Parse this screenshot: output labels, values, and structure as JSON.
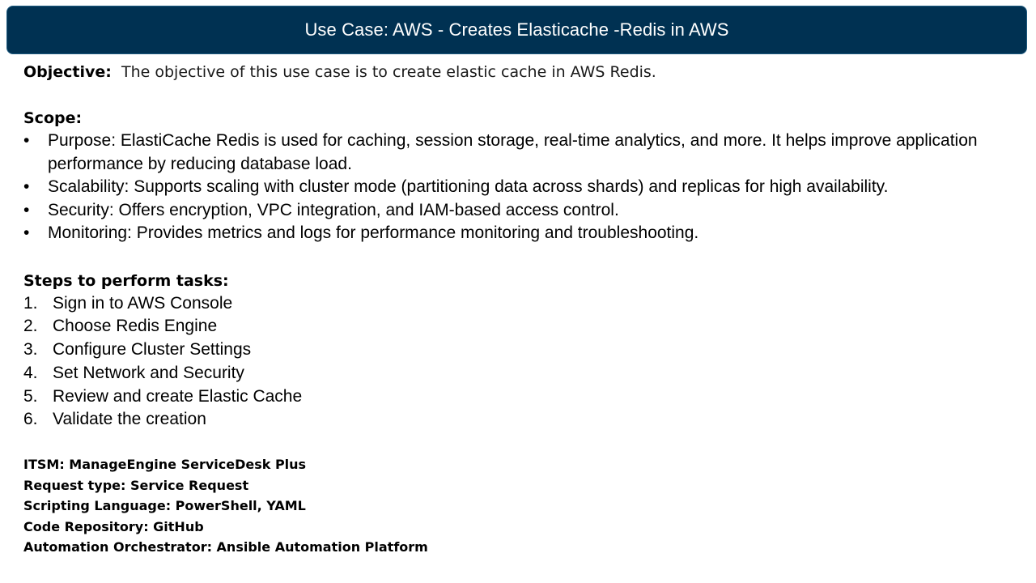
{
  "title": "Use Case:  AWS - Creates Elasticache -Redis in AWS",
  "objective": {
    "label": "Objective:",
    "text": "The objective of this use case is to create elastic cache in AWS Redis."
  },
  "scope": {
    "label": "Scope:",
    "bullet": "•",
    "items": [
      "Purpose: ElastiCache Redis is used for caching, session storage, real-time analytics, and more. It helps improve application performance by reducing database load.",
      "Scalability: Supports scaling with cluster mode (partitioning data across shards) and replicas for high availability.",
      "Security: Offers encryption, VPC integration, and IAM-based access control.",
      "Monitoring: Provides metrics and logs for performance monitoring and troubleshooting."
    ]
  },
  "steps": {
    "label": "Steps to perform tasks:",
    "items": [
      {
        "num": "1.",
        "text": "Sign in to AWS Console"
      },
      {
        "num": "2.",
        "text": "Choose Redis Engine"
      },
      {
        "num": "3.",
        "text": "Configure Cluster Settings"
      },
      {
        "num": "4.",
        "text": "Set Network and Security"
      },
      {
        "num": "5.",
        "text": "Review and create Elastic Cache"
      },
      {
        "num": "6.",
        "text": "Validate the creation"
      }
    ]
  },
  "meta": [
    "ITSM: ManageEngine ServiceDesk Plus",
    "Request type: Service Request",
    "Scripting Language: PowerShell, YAML",
    "Code Repository: GitHub",
    "Automation Orchestrator: Ansible Automation Platform"
  ]
}
